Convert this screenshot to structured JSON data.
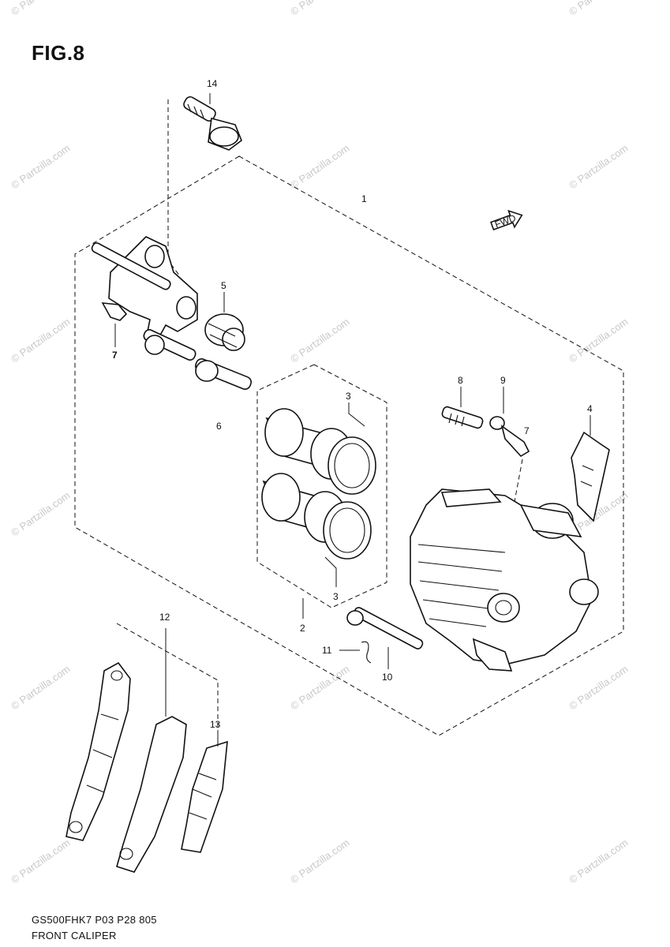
{
  "figure": {
    "title": "FIG.8",
    "footer_code": "GS500FHK7 P03 P28 805",
    "footer_name": "FRONT CALIPER"
  },
  "callouts": [
    "1",
    "2",
    "3",
    "3",
    "4",
    "5",
    "6",
    "7",
    "7",
    "8",
    "9",
    "10",
    "11",
    "12",
    "13",
    "14"
  ],
  "fwd_label": "FWD",
  "watermark": "© Partzilla.com",
  "icons": [
    "fwd-arrow-icon"
  ]
}
